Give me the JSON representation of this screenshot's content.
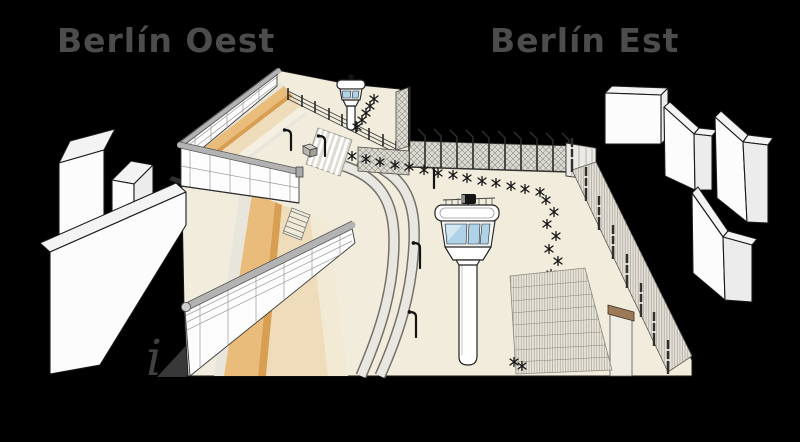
{
  "scene": {
    "labels": {
      "west": "Berlín Oest",
      "east": "Berlín Est"
    },
    "shadow_glyph": "i",
    "icons": [
      "watchtower-main-icon",
      "watchtower-small-icon",
      "street-lamp-icon",
      "tank-trap-hedgehog-icon",
      "searchlight-icon"
    ],
    "colors": {
      "background": "#000000",
      "label_text": "#4c4c4c",
      "ground": "#f1ecdc",
      "sand_gray": "#e8e6dc",
      "sand_orange": "#e9bc7c",
      "sand_orange_deep": "#d89e52",
      "sand_tan": "#eedcba",
      "sand_cream": "#f3ead6",
      "road": "#e9e7e2",
      "road_edge": "#74716a",
      "wall_face": "#fdfdfd",
      "wall_pipe": "#b3b3b3",
      "fence_mesh": "#dcd9d0",
      "fence_post": "#2a2a28",
      "building_face": "#fcfcfc",
      "building_top": "#f3f3f3",
      "building_side": "#ececec",
      "outline": "#1a1a1a",
      "window_blue": "#aed2e8",
      "hedgehog": "#151515",
      "spike_grid": "#e7e4d9",
      "shadow_gray": "#383838",
      "cap_brown": "#9c7a57"
    }
  }
}
